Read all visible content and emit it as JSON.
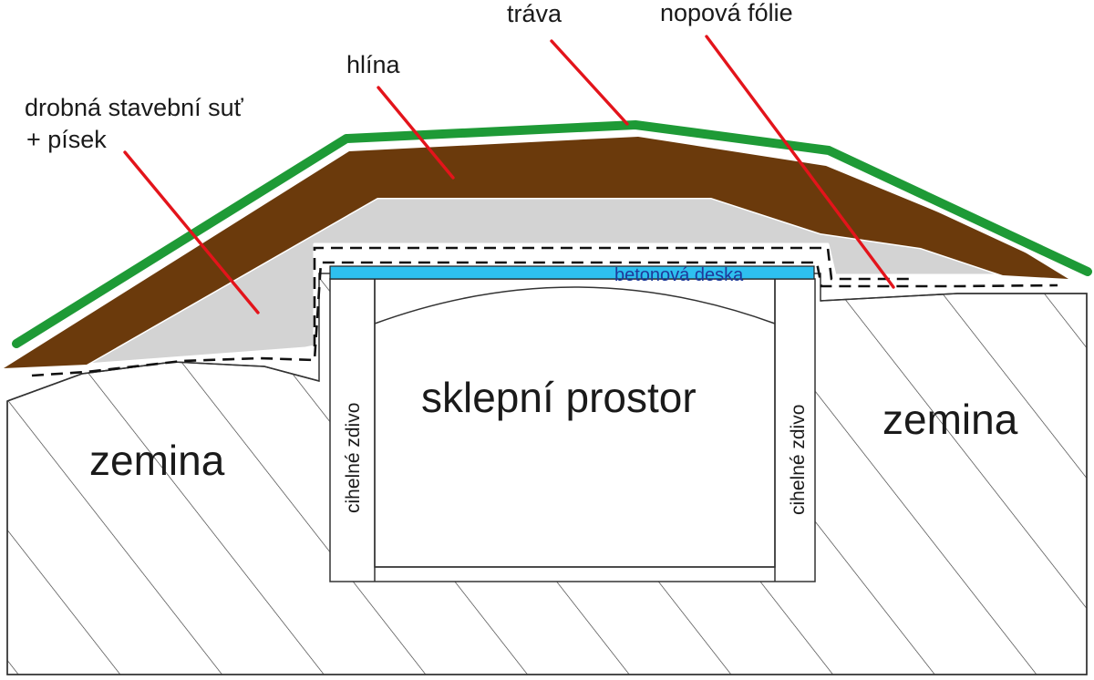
{
  "labels": {
    "trava": "tráva",
    "nopova_folie": "nopová fólie",
    "hlina": "hlína",
    "sut_line1": "drobná stavební suť",
    "sut_line2": "+ písek",
    "betonova_deska": "betonová deska",
    "sklepni_prostor": "sklepní prostor",
    "zemina_left": "zemina",
    "zemina_right": "zemina",
    "cihelne_zdivo_left": "cihelné zdivo",
    "cihelne_zdivo_right": "cihelné zdivo"
  },
  "colors": {
    "grass": "#1e9a36",
    "soil": "#6b3a0c",
    "rubble": "#d3d3d3",
    "concrete_slab": "#2ec0ef",
    "pointer": "#e3141b",
    "outline": "#222222"
  }
}
